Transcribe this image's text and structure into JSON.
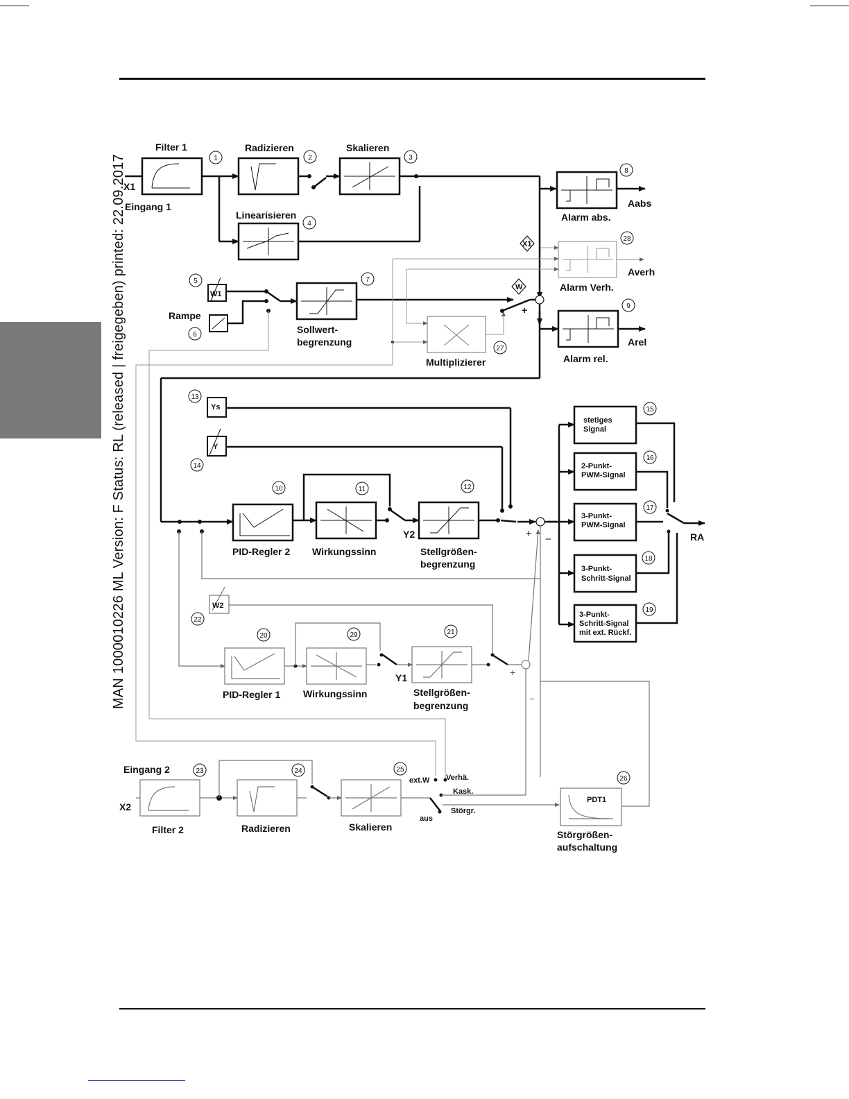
{
  "sidebar_text": "MAN  1000010226  ML  Version: F  Status: RL (released | freigegeben)  printed: 22.09.2017",
  "blocks": {
    "filter1": "Filter 1",
    "radizieren1": "Radizieren",
    "skalieren1": "Skalieren",
    "linearisieren": "Linearisieren",
    "alarm_abs": "Alarm abs.",
    "alarm_verh": "Alarm Verh.",
    "alarm_rel": "Alarm rel.",
    "sollwert_1": "Sollwert-",
    "sollwert_2": "begrenzung",
    "multiplizierer": "Multiplizierer",
    "rampe": "Rampe",
    "pid2": "PID-Regler 2",
    "wirk2": "Wirkungssinn",
    "stell2_1": "Stellgrößen-",
    "stell2_2": "begrenzung",
    "pid1": "PID-Regler 1",
    "wirk1": "Wirkungssinn",
    "stell1_1": "Stellgrößen-",
    "stell1_2": "begrenzung",
    "filter2": "Filter 2",
    "radizieren2": "Radizieren",
    "skalieren2": "Skalieren",
    "pdt1": "PDT1",
    "stoer_1": "Störgrößen-",
    "stoer_2": "aufschaltung",
    "out15_1": "stetiges",
    "out15_2": "Signal",
    "out16_1": "2-Punkt-",
    "out16_2": "PWM-Signal",
    "out17_1": "3-Punkt-",
    "out17_2": "PWM-Signal",
    "out18_1": "3-Punkt-",
    "out18_2": "Schritt-Signal",
    "out19_1": "3-Punkt-",
    "out19_2": "Schritt-Signal",
    "out19_3": "mit ext. Rückf."
  },
  "signals": {
    "x1": "X1",
    "eingang1": "Eingang 1",
    "x2": "X2",
    "eingang2": "Eingang 2",
    "aabs": "Aabs",
    "averh": "Averh",
    "arel": "Arel",
    "ra": "RA",
    "y2": "Y2",
    "y1": "Y1",
    "w1": "W1",
    "w2": "W2",
    "ys": "Ys",
    "y": "Y",
    "x1_tag": "X1",
    "w_tag": "W",
    "extw": "ext.W",
    "verha": "Verhä.",
    "kask": "Kask.",
    "stoergr": "Störgr.",
    "aus": "aus",
    "plus": "+",
    "minus": "−"
  },
  "numbers": {
    "n1": "1",
    "n2": "2",
    "n3": "3",
    "n4": "4",
    "n5": "5",
    "n6": "6",
    "n7": "7",
    "n8": "8",
    "n9": "9",
    "n10": "10",
    "n11": "11",
    "n12": "12",
    "n13": "13",
    "n14": "14",
    "n15": "15",
    "n16": "16",
    "n17": "17",
    "n18": "18",
    "n19": "19",
    "n20": "20",
    "n21": "21",
    "n22": "22",
    "n23": "23",
    "n24": "24",
    "n25": "25",
    "n26": "26",
    "n27": "27",
    "n28": "28",
    "n29": "29"
  }
}
